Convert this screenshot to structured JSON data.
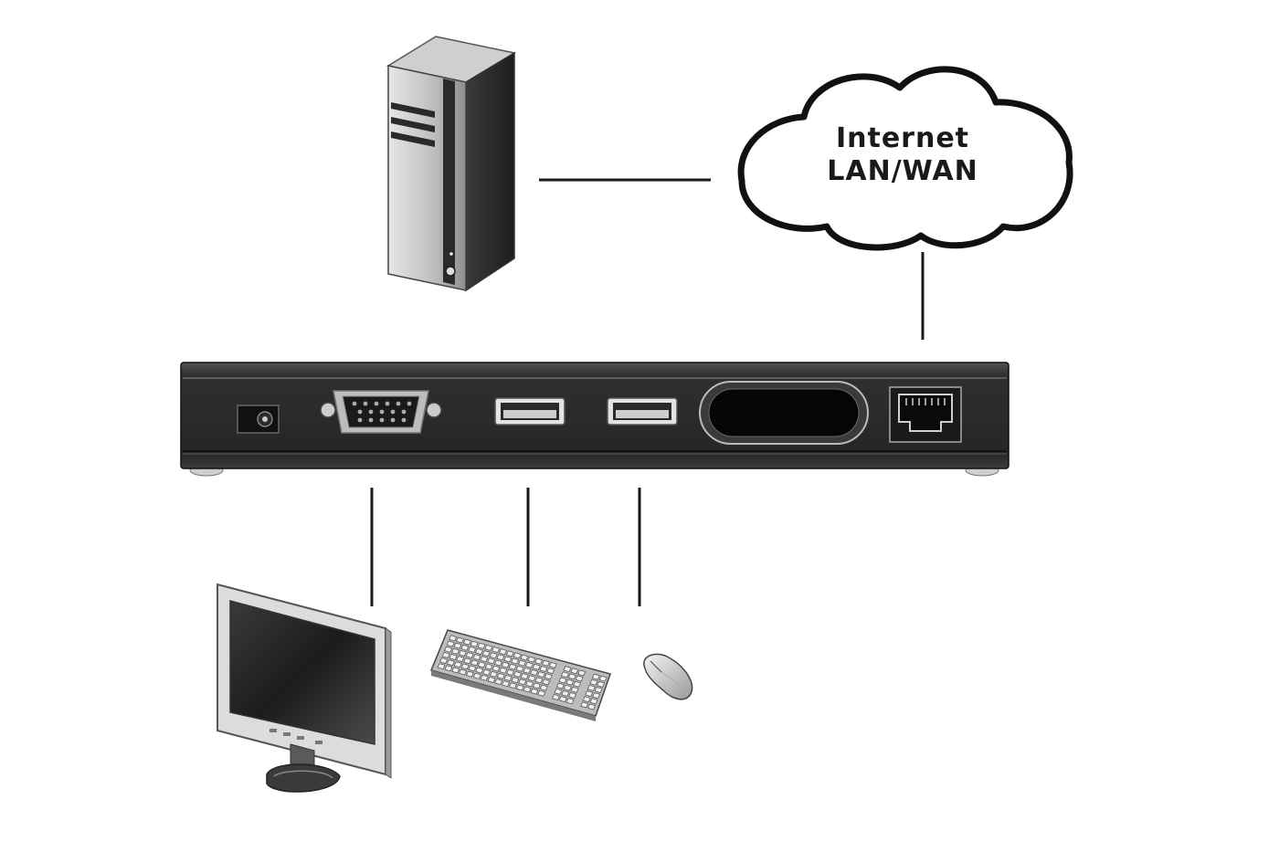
{
  "cloud": {
    "line1": "Internet",
    "line2": "LAN/WAN"
  },
  "devices": {
    "server": "server-tower",
    "kvm": "kvm-over-ip-switch",
    "monitor": "monitor",
    "keyboard": "keyboard",
    "mouse": "mouse"
  },
  "colors": {
    "ink": "#1a1a1a",
    "device_dark": "#2b2b2b",
    "device_light": "#d8d8d8"
  }
}
